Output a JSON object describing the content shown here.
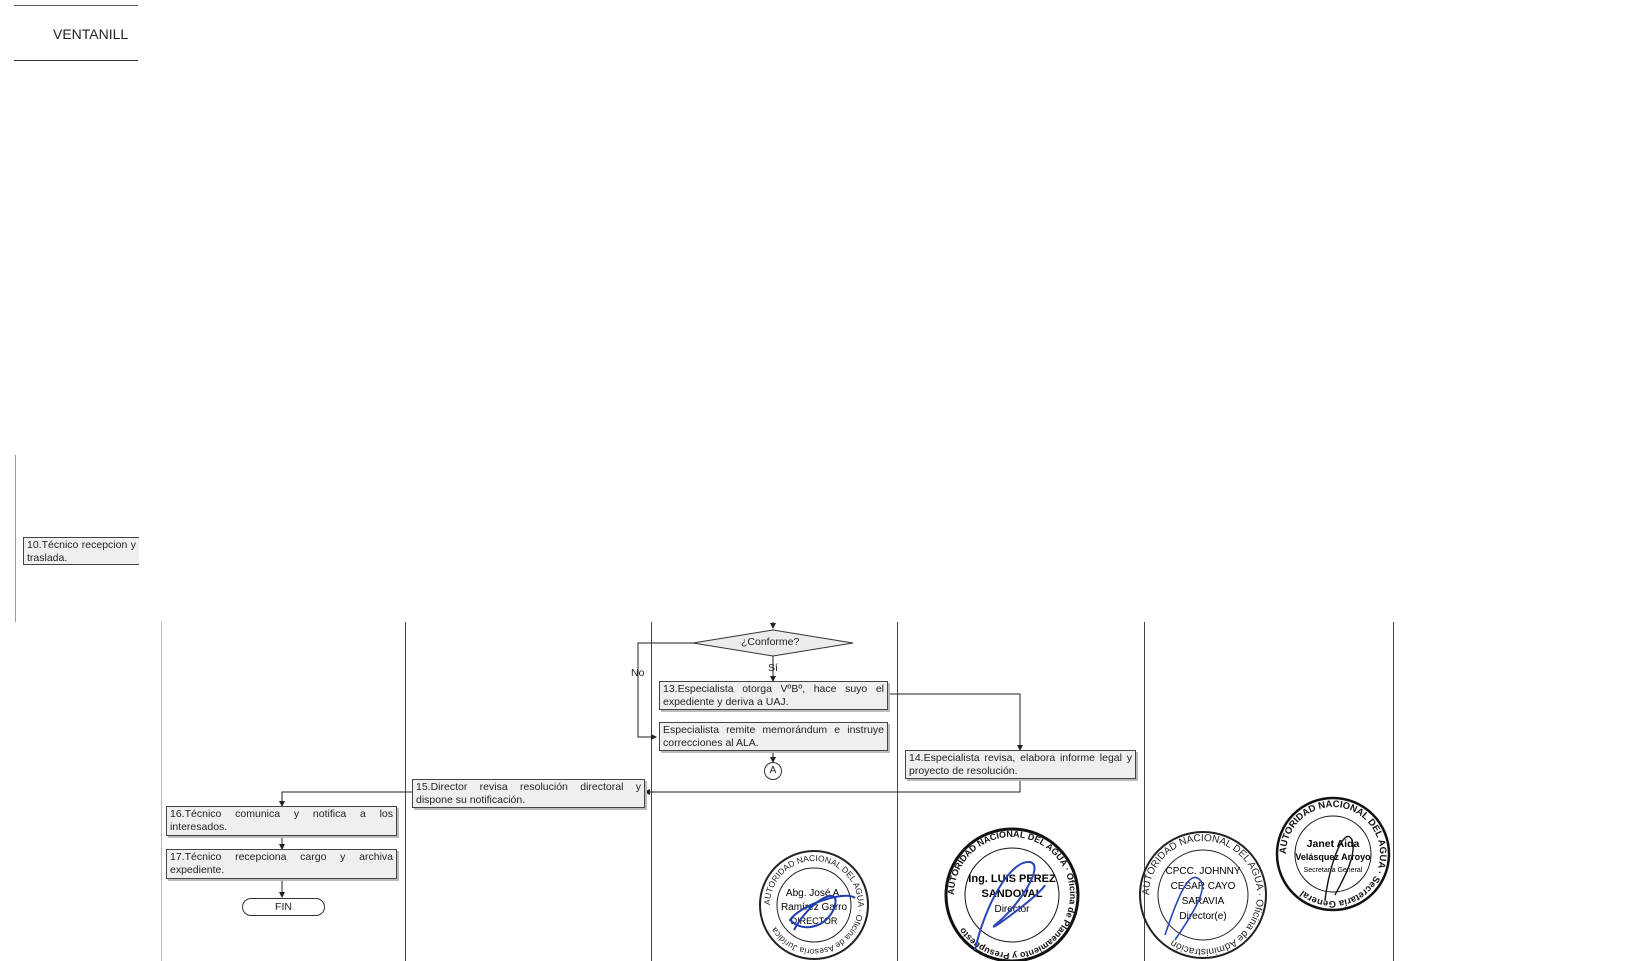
{
  "fragment_top": {
    "title": "VENTANILL",
    "step10": "10.Técnico recepcion y traslada."
  },
  "decision": {
    "question": "¿Conforme?",
    "yes_label": "Sí",
    "no_label": "No"
  },
  "steps": {
    "s13": "13.Especialista otorga VºBº, hace suyo el expediente y deriva a UAJ.",
    "s_no": "Especialista remite memorándum e instruye correcciones al ALA.",
    "s14": "14.Especialista revisa, elabora informe legal y proyecto de resolución.",
    "s15": "15.Director revisa resolución directoral y dispone su notificación.",
    "s16": "16.Técnico comunica y notifica a los interesados.",
    "s17": "17.Técnico recepciona cargo y archiva expediente."
  },
  "connector_label": "A",
  "end_label": "FIN",
  "seals": [
    {
      "ring": "AUTORIDAD NACIONAL DEL AGUA · Oficina de Asesoría Jurídica",
      "lines": [
        "Abg. José A.",
        "Ramírez Garro",
        "DIRECTOR"
      ]
    },
    {
      "ring": "AUTORIDAD NACIONAL DEL AGUA · Oficina de Planeamiento y Presupuesto",
      "lines": [
        "Ing. LUIS PEREZ",
        "SANDOVAL",
        "Director"
      ]
    },
    {
      "ring": "AUTORIDAD NACIONAL DEL AGUA · Oficina de Administración",
      "lines": [
        "CPCC. JOHNNY",
        "CESAR CAYO",
        "SARAVIA",
        "Director(e)"
      ]
    },
    {
      "ring": "AUTORIDAD NACIONAL DEL AGUA · Secretaría General",
      "lines": [
        "Janet Aida",
        "Velásquez Arroyo",
        "Secretaria General"
      ]
    }
  ]
}
